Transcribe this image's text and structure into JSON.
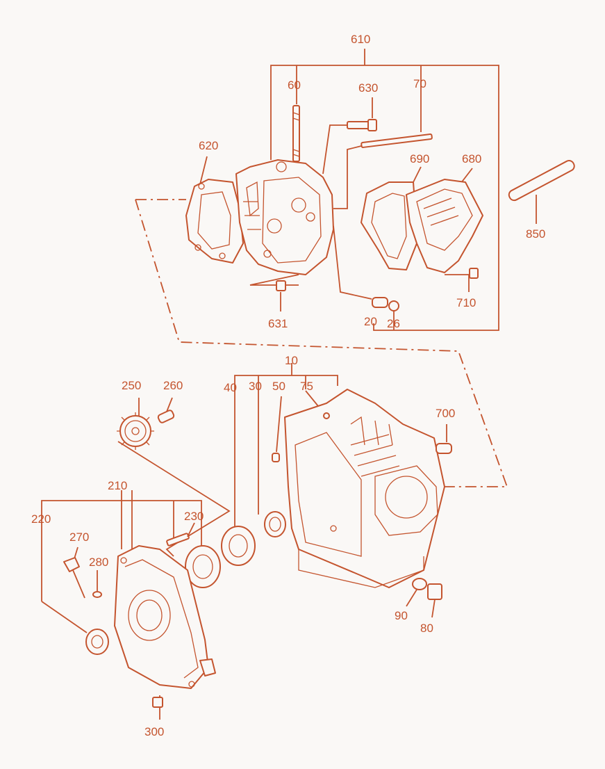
{
  "colors": {
    "ink": "#c4542e",
    "background": "#faf8f6"
  },
  "callouts": {
    "c610": "610",
    "c60": "60",
    "c630": "630",
    "c70": "70",
    "c620": "620",
    "c690": "690",
    "c680": "680",
    "c850": "850",
    "c710": "710",
    "c631": "631",
    "c20": "20",
    "c26": "26",
    "c10": "10",
    "c250": "250",
    "c260": "260",
    "c40": "40",
    "c30": "30",
    "c50": "50",
    "c75": "75",
    "c700": "700",
    "c210": "210",
    "c220": "220",
    "c230": "230",
    "c270": "270",
    "c280": "280",
    "c90": "90",
    "c80": "80",
    "c300": "300"
  }
}
